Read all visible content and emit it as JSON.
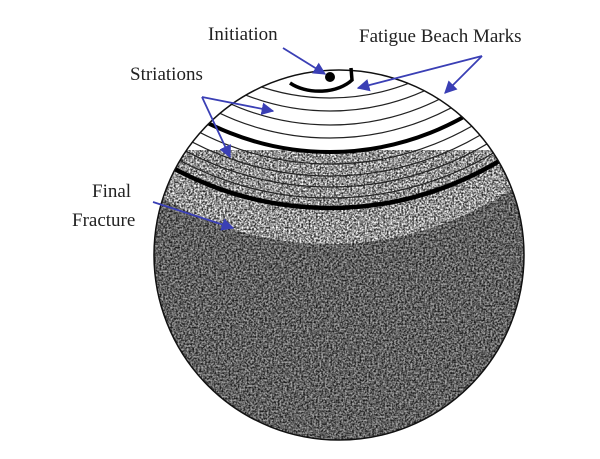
{
  "labels": {
    "initiation": "Initiation",
    "beach_marks": "Fatigue Beach Marks",
    "striations": "Striations",
    "final_fracture_line1": "Final",
    "final_fracture_line2": "Fracture"
  },
  "colors": {
    "arrow": "#3a3fb5",
    "outline": "#111111",
    "fracture_surface": "#9a9a9a"
  }
}
